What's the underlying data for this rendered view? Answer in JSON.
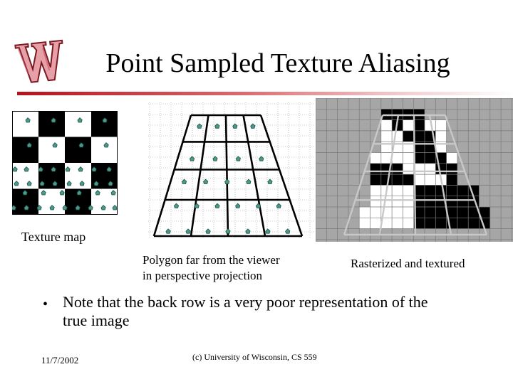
{
  "slide": {
    "title": "Point Sampled Texture Aliasing",
    "logo_icon": "wisconsin-w-logo",
    "accent_color": "#b5121b"
  },
  "figures": {
    "texture_caption": "Texture map",
    "polygon_caption_line1": "Polygon far from the viewer",
    "polygon_caption_line2": "in perspective projection",
    "raster_caption": "Rasterized and textured",
    "sample_point_color": "#4a9a8a",
    "checker_dark": "#000000",
    "checker_light": "#ffffff",
    "raster_gray": "#a6a6a6"
  },
  "bullet": {
    "symbol": "•",
    "line1": "Note that the back row is a very poor representation of the",
    "line2": "true image"
  },
  "footer": {
    "date": "11/7/2002",
    "copyright": "(c) University of Wisconsin, CS 559"
  }
}
